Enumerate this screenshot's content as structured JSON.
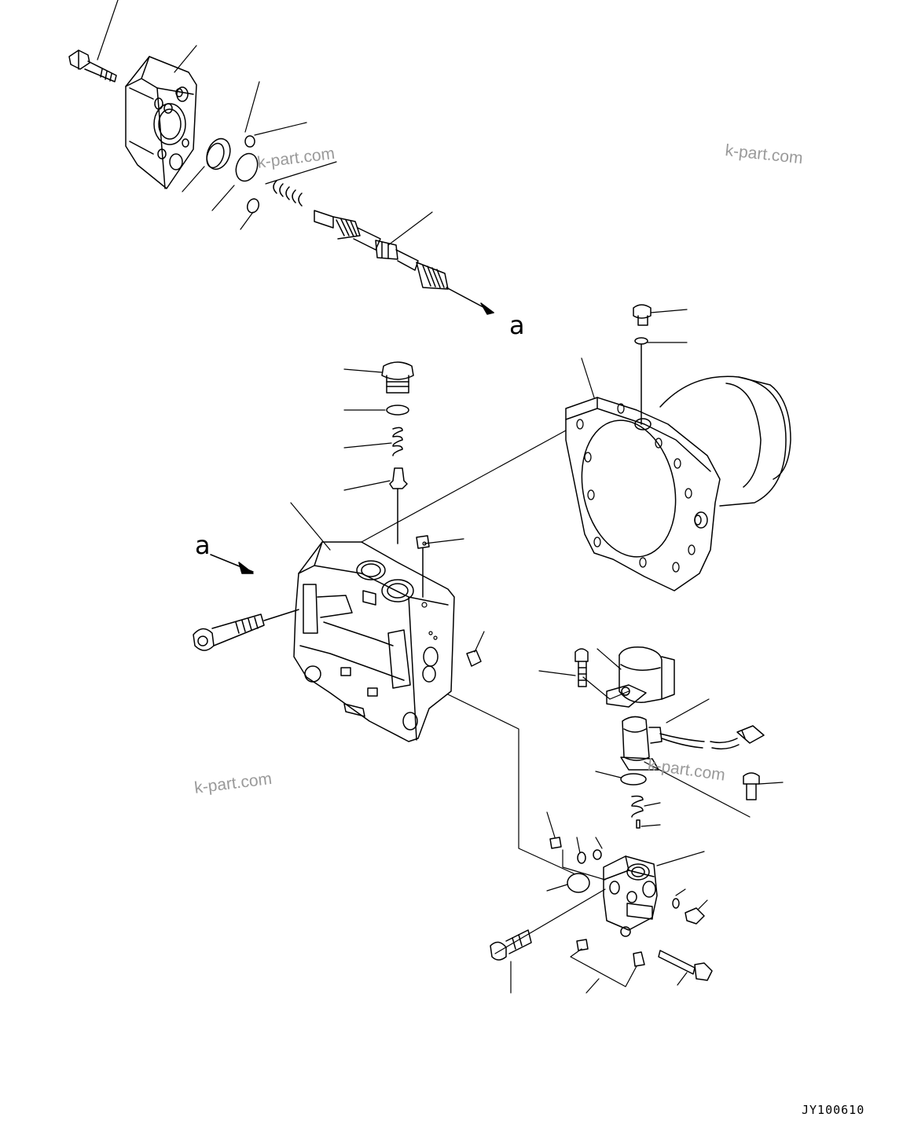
{
  "watermark": "k-part.com",
  "arrow_label": "a",
  "figure_code": "JY100610"
}
